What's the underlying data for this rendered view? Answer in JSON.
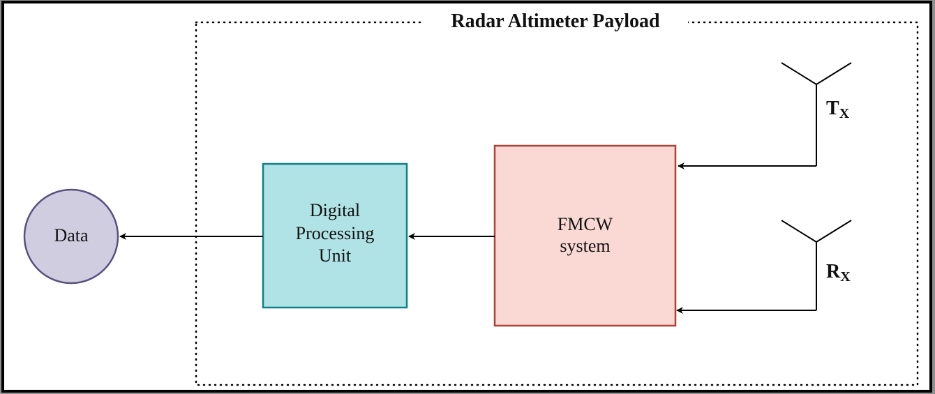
{
  "diagram": {
    "title": "Radar Altimeter Payload",
    "nodes": {
      "data": {
        "label": "Data",
        "fill": "#d0cde1",
        "stroke": "#56517e"
      },
      "dpu": {
        "lines": [
          "Digital",
          "Processing",
          "Unit"
        ],
        "fill": "#b0e3e6",
        "stroke": "#0e8088"
      },
      "fmcw": {
        "lines": [
          "FMCW",
          "system"
        ],
        "fill": "#fad9d5",
        "stroke": "#ae4132"
      }
    },
    "antennas": {
      "tx": {
        "main": "T",
        "sub": "X"
      },
      "rx": {
        "main": "R",
        "sub": "X"
      }
    },
    "edges": [
      {
        "from": "tx-antenna",
        "to": "fmcw"
      },
      {
        "from": "rx-antenna",
        "to": "fmcw"
      },
      {
        "from": "fmcw",
        "to": "dpu"
      },
      {
        "from": "dpu",
        "to": "data"
      }
    ]
  }
}
